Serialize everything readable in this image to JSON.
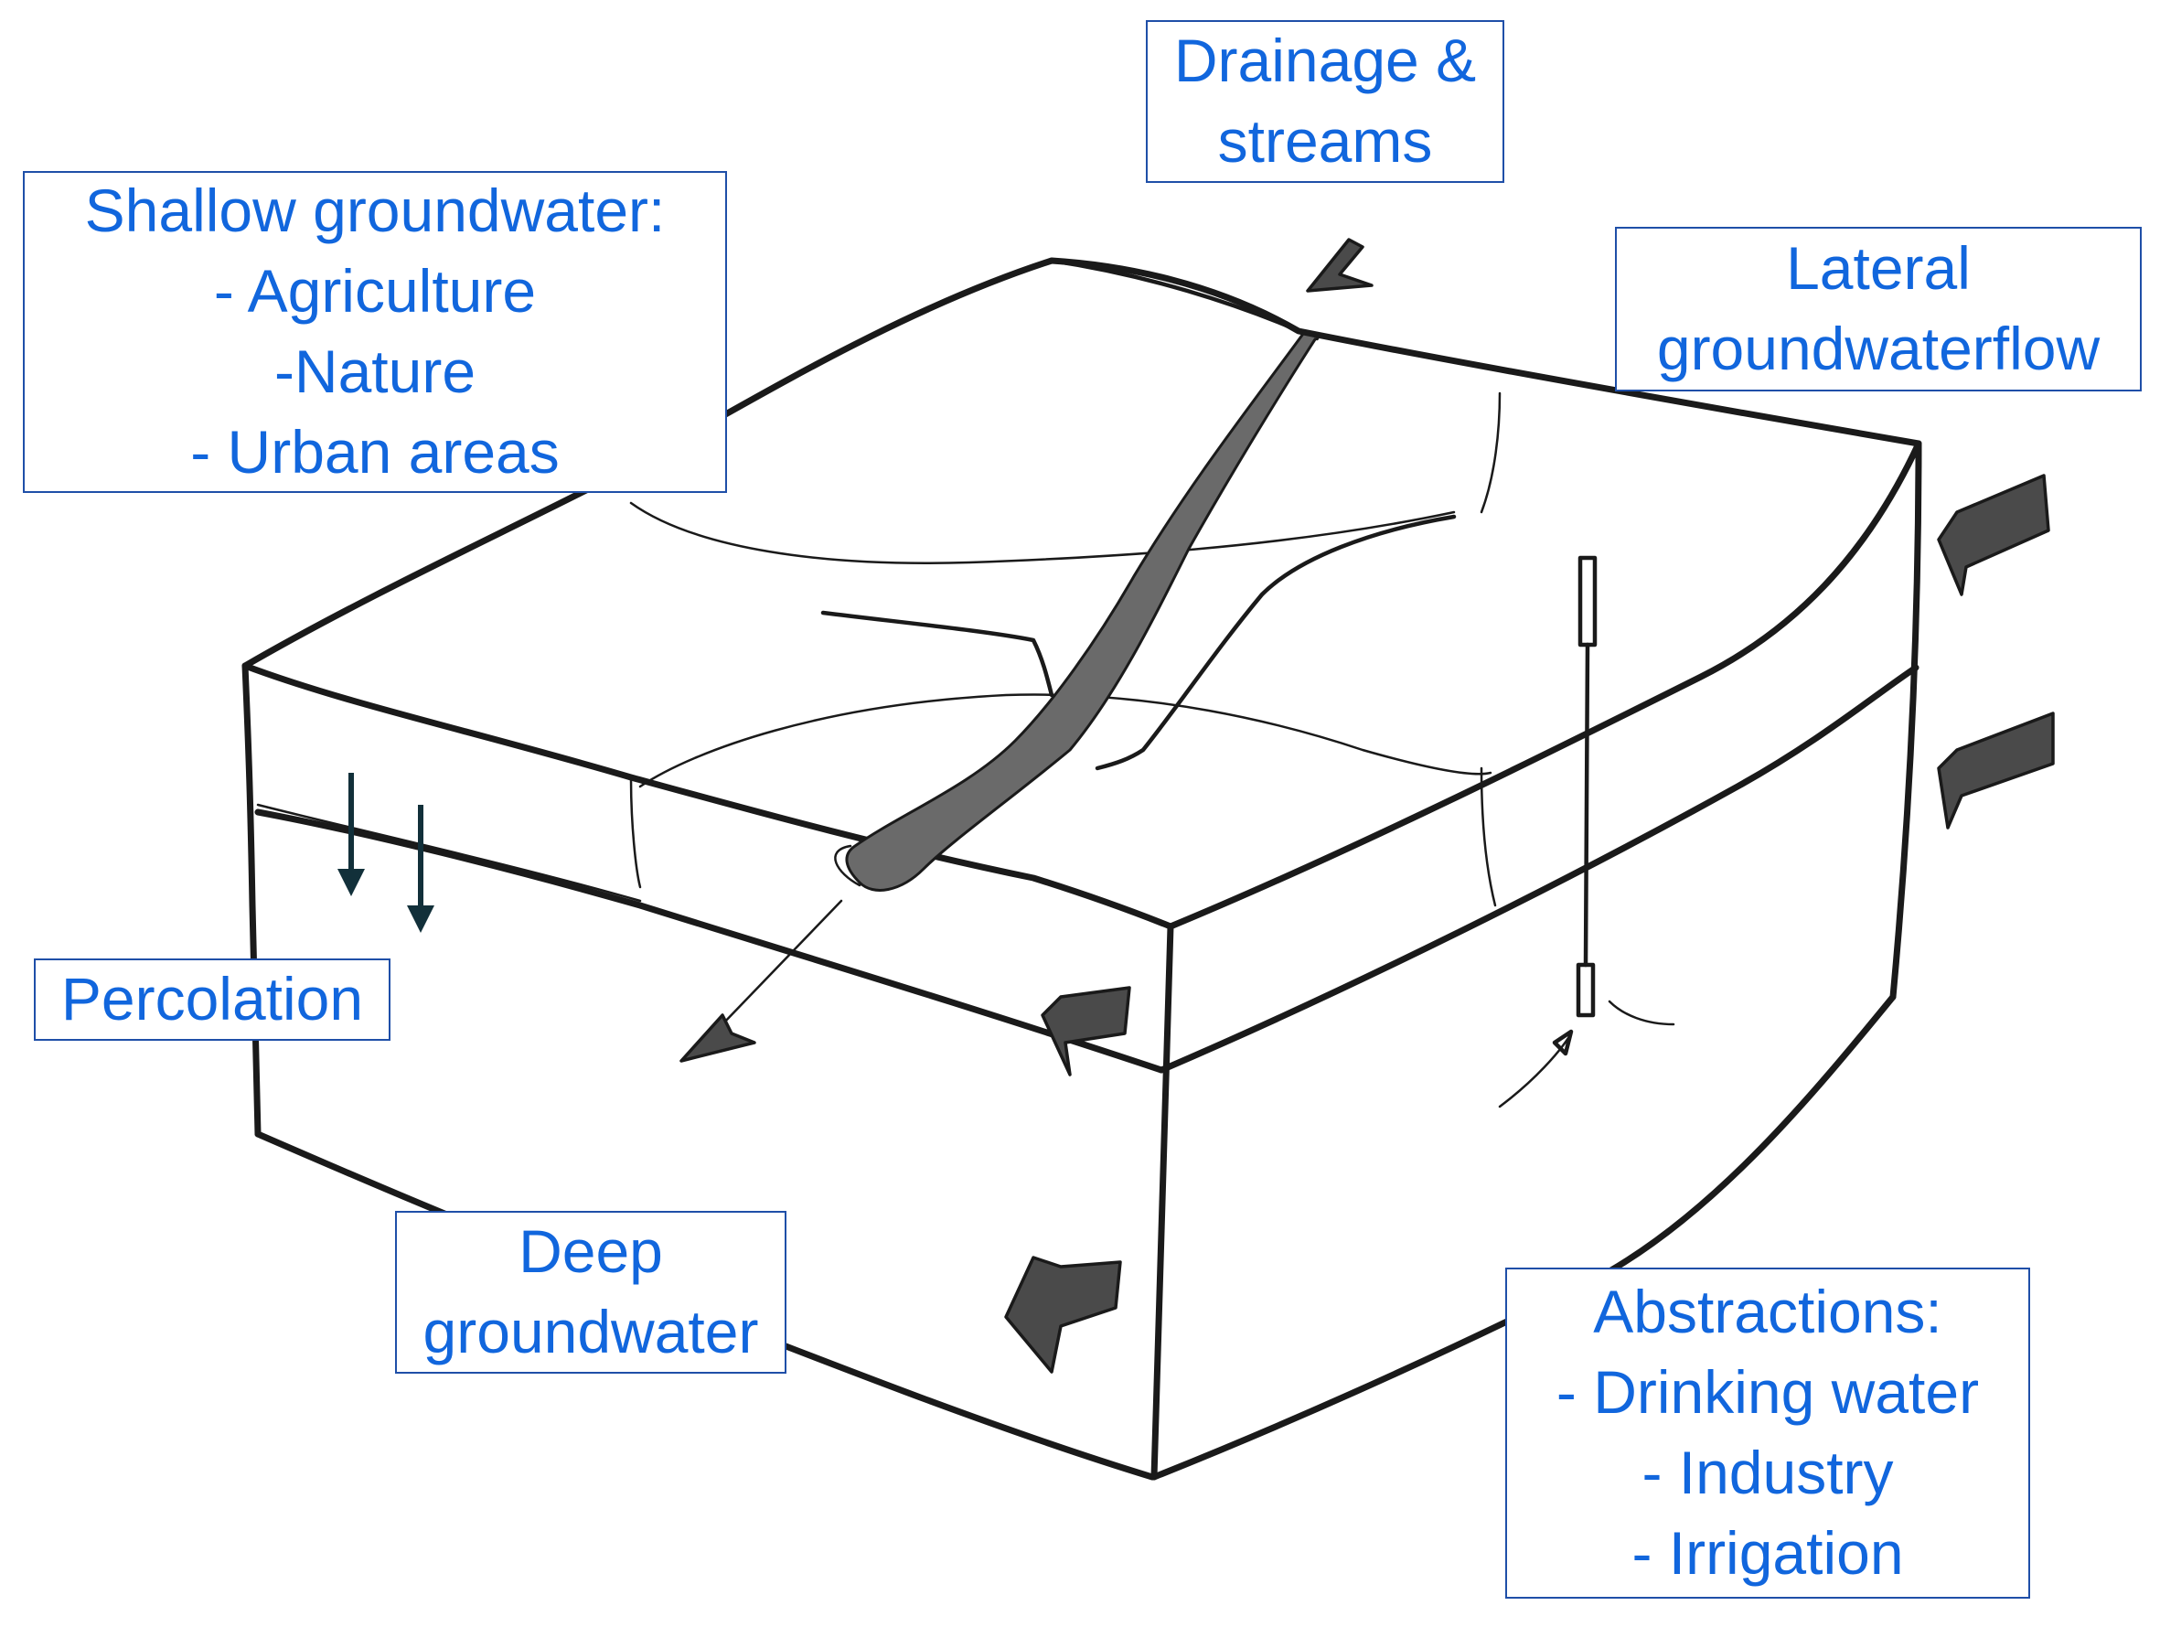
{
  "labels": {
    "shallow": [
      "Shallow  groundwater:",
      "- Agriculture",
      "-Nature",
      "- Urban areas"
    ],
    "drainage": [
      "Drainage &",
      "streams"
    ],
    "lateral": [
      "Lateral",
      "groundwaterflow"
    ],
    "percolation": [
      "Percolation"
    ],
    "deep": [
      "Deep",
      "groundwater"
    ],
    "abstractions": [
      "Abstractions:",
      "- Drinking water",
      "- Industry",
      "- Irrigation"
    ]
  },
  "colors": {
    "label_text": "#1166dd",
    "label_border": "#1f4fa8",
    "sketch_line": "#1a1a1a",
    "percolation_arrow": "#12303a"
  }
}
